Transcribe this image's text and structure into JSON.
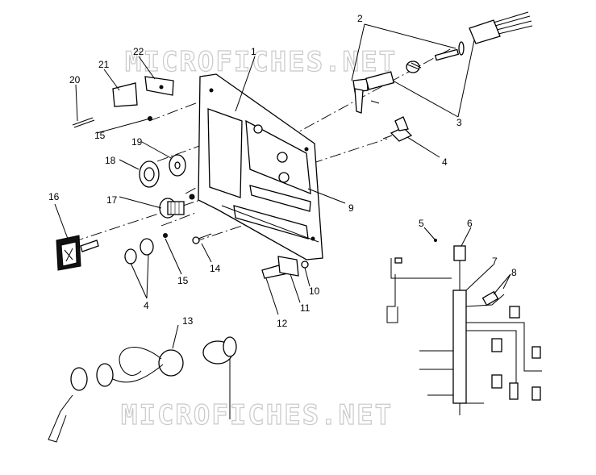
{
  "watermark": {
    "top": "MICROFICHES.NET",
    "bottom": "MICROFICHES.NET"
  },
  "callouts": [
    "1",
    "2",
    "3",
    "4",
    "4",
    "5",
    "6",
    "7",
    "8",
    "9",
    "10",
    "11",
    "12",
    "13",
    "14",
    "15",
    "15",
    "16",
    "17",
    "18",
    "19",
    "20",
    "21",
    "22"
  ]
}
